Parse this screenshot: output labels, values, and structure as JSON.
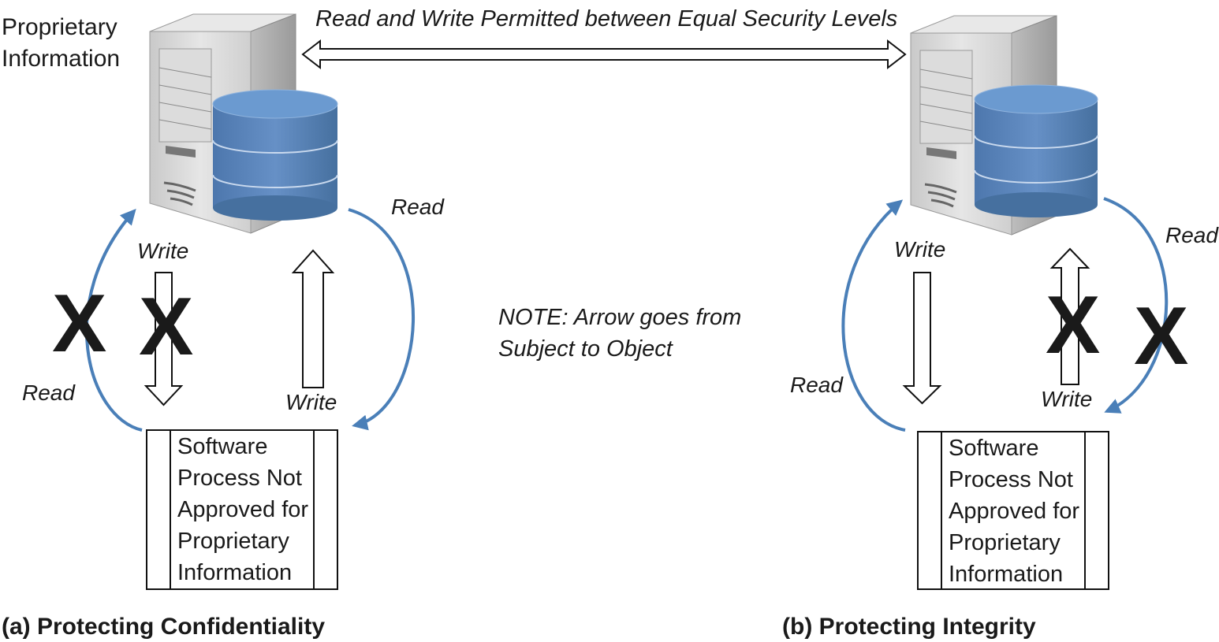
{
  "header": {
    "left_server_label_line1": "Proprietary",
    "left_server_label_line2": "Information",
    "top_arrow_label": "Read and Write Permitted between Equal Security Levels"
  },
  "note": {
    "line1": "NOTE: Arrow goes from",
    "line2": "Subject to Object"
  },
  "panel_a": {
    "caption": "(a) Protecting Confidentiality",
    "write_down_label": "Write",
    "write_up_label": "Write",
    "read_up_label": "Read",
    "read_down_label": "Read",
    "deny_mark": "X",
    "process_lines": [
      "Software",
      "Process Not",
      "Approved for",
      "Proprietary",
      "Information"
    ]
  },
  "panel_b": {
    "caption": "(b) Protecting Integrity",
    "write_down_label": "Write",
    "write_up_label": "Write",
    "read_up_label": "Read",
    "read_down_label": "Read",
    "deny_mark": "X",
    "process_lines": [
      "Software",
      "Process Not",
      "Approved for",
      "Proprietary",
      "Information"
    ]
  },
  "colors": {
    "arc_blue": "#4a7fb8",
    "db_blue": "#5580b5",
    "db_top": "#6b9ad0",
    "server_gray": "#d6d6d6"
  },
  "icons": [
    "server-icon",
    "database-icon"
  ]
}
